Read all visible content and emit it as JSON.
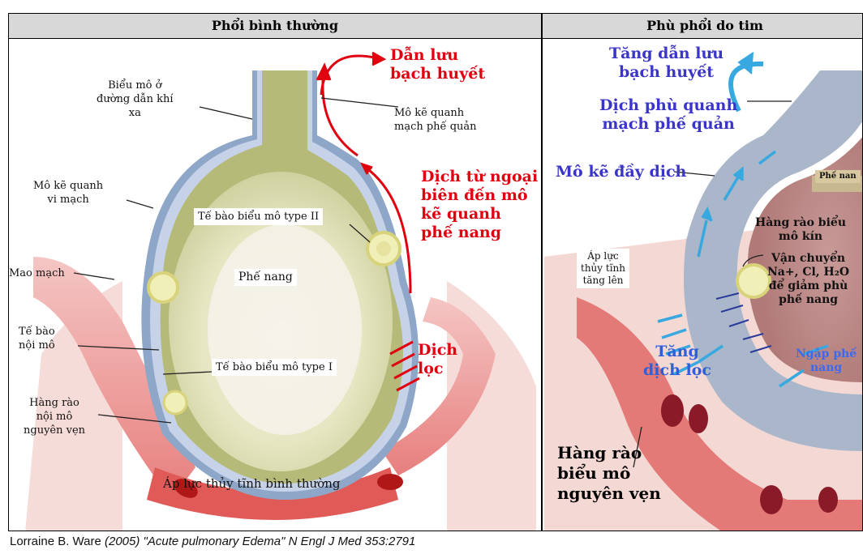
{
  "headers": {
    "left": "Phổi bình thường",
    "right": "Phù phổi do tim"
  },
  "left_labels": {
    "bieu_mo_duong_dan_khi": [
      "Biểu mô ở",
      "đường dẫn khí",
      "xa"
    ],
    "mo_ke_quanh_vi_mach": [
      "Mô kẽ quanh",
      "vi mạch"
    ],
    "mao_mach": "Mao mạch",
    "te_bao_noi_mo": [
      "Tế bào",
      "nội mô"
    ],
    "hang_rao_noi_mo": [
      "Hàng rào",
      "nội mô",
      "nguyên vẹn"
    ],
    "te_bao_type_2": "Tế bào biểu mô type II",
    "phe_nang": "Phế nang",
    "te_bao_type_1": "Tế bào biểu mô type I",
    "mo_ke_quanh_mach_phe_quan": [
      "Mô kẽ quanh",
      "mạch phế quản"
    ],
    "ap_luc_binh_thuong": "Áp lực thủy tĩnh bình thường",
    "dan_luu_bach_huyet": [
      "Dẫn lưu",
      "bạch huyết"
    ],
    "dich_tu_ngoai_bien": [
      "Dịch từ ngoại",
      "biên đến mô",
      "kẽ quanh",
      "phế nang"
    ],
    "dich_loc": [
      "Dịch",
      "lọc"
    ]
  },
  "right_labels": {
    "tang_dan_luu": [
      "Tăng dẫn lưu",
      "bạch huyết"
    ],
    "dich_phu_quanh": [
      "Dịch phù quanh",
      "mạch phế quản"
    ],
    "mo_ke_day_dich": "Mô kẽ đầy dịch",
    "phe_nang_tag": "Phế nan",
    "ap_luc_tang": [
      "Áp lực",
      "thủy tĩnh",
      "tăng lên"
    ],
    "hang_rao_bieu_mo_kin": [
      "Hàng rào biểu",
      "mô kín"
    ],
    "van_chuyen": [
      "Vận chuyển",
      "Na+, Cl, H₂O",
      "để giảm phù",
      "phế nang"
    ],
    "tang_dich_loc": [
      "Tăng",
      "dịch lọc"
    ],
    "ngap_phe_nang": [
      "Ngập phế",
      "nang"
    ],
    "hang_rao_bieu_mo": [
      "Hàng rào",
      "biểu mô",
      "nguyên vẹn"
    ]
  },
  "citation": {
    "author": "Lorraine B. Ware ",
    "title": "(2005) \"Acute pulmonary Edema\" N Engl J Med 353:2791"
  },
  "colors": {
    "red_text": "#e0000f",
    "blue_text": "#3a35c8",
    "header_bg": "#d8d8d8",
    "lymph_arrow": "#38a8e0"
  }
}
